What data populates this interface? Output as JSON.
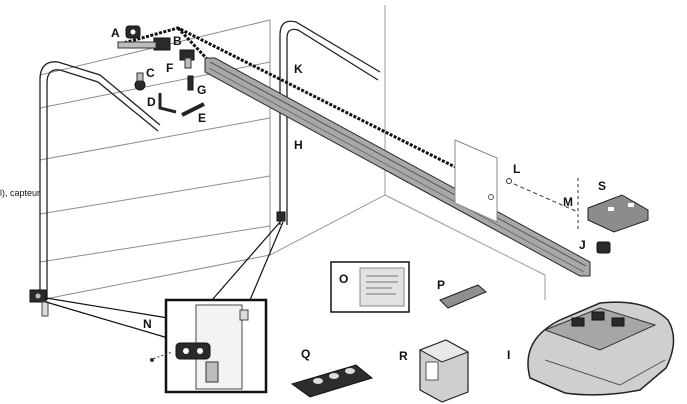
{
  "caption_fragment": "l), capteur",
  "labels": {
    "A": "A",
    "B": "B",
    "C": "C",
    "D": "D",
    "E": "E",
    "F": "F",
    "G": "G",
    "H": "H",
    "I": "I",
    "J": "J",
    "K": "K",
    "L": "L",
    "M": "M",
    "N": "N",
    "O": "O",
    "P": "P",
    "Q": "Q",
    "R": "R",
    "S": "S"
  }
}
